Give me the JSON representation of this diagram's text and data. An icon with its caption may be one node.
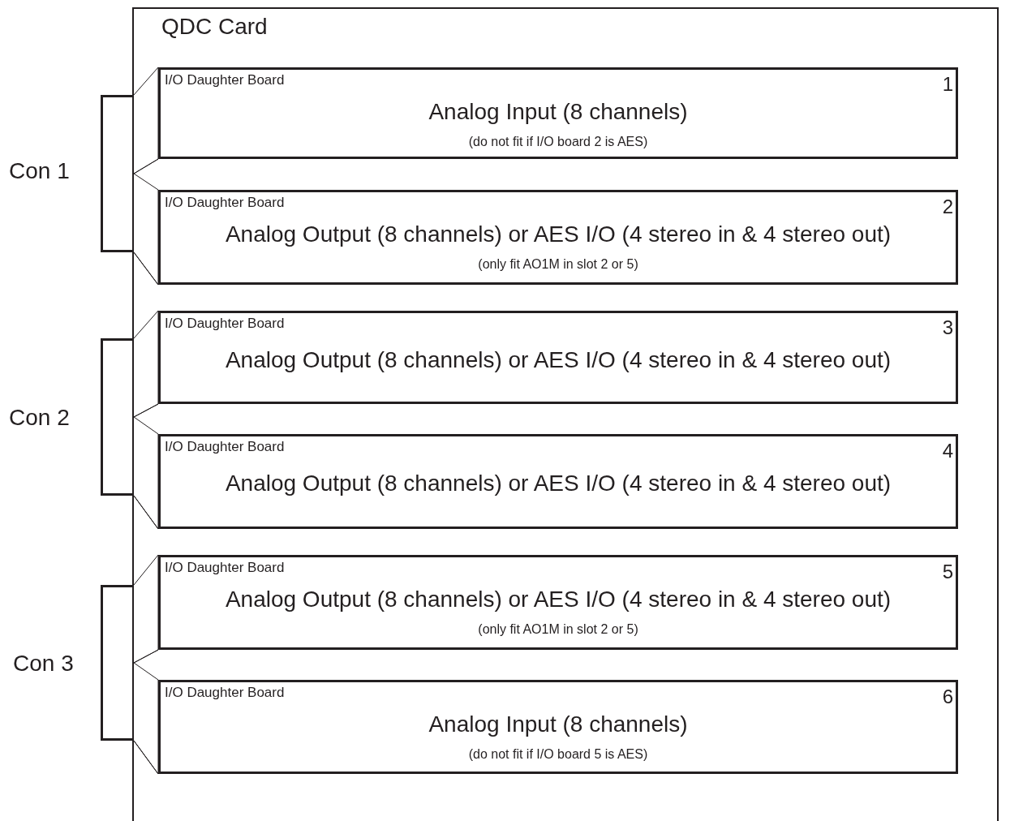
{
  "diagram": {
    "nodes": [
      {
        "text": [
          "QDC Card"
        ]
      },
      {
        "text": [
          "I/O Daughter Board",
          "1",
          "Analog Input (8 channels)",
          "(do not fit if I/O board 2 is AES)"
        ],
        "in": 0
      },
      {
        "text": [
          "I/O Daughter Board",
          "2",
          "Analog Output (8 channels) or AES I/O (4 stereo in & 4 stereo out)",
          "(only fit AO1M in slot 2 or 5)"
        ],
        "in": 0
      },
      {
        "text": [
          "I/O Daughter Board",
          "3",
          "Analog Output (8 channels) or AES I/O (4 stereo in & 4 stereo out)"
        ],
        "in": 0
      },
      {
        "text": [
          "I/O Daughter Board",
          "4",
          "Analog Output (8 channels) or AES I/O (4 stereo in & 4 stereo out)"
        ],
        "in": 0
      },
      {
        "text": [
          "I/O Daughter Board",
          "5",
          "Analog Output (8 channels) or AES I/O (4 stereo in & 4 stereo out)",
          "(only fit AO1M in slot 2 or 5)"
        ],
        "in": 0
      },
      {
        "text": [
          "I/O Daughter Board",
          "6",
          "Analog Input (8 channels)",
          "(do not fit if I/O board 5 is AES)"
        ],
        "in": 0
      },
      {
        "text": [
          "Con 1"
        ]
      },
      {
        "text": [
          "Con 2"
        ]
      },
      {
        "text": [
          "Con 3"
        ]
      }
    ],
    "edges": [
      {
        "from": 7,
        "to": 1,
        "arrow": "none"
      },
      {
        "from": 7,
        "to": 2,
        "arrow": "none"
      },
      {
        "from": 8,
        "to": 3,
        "arrow": "none"
      },
      {
        "from": 8,
        "to": 4,
        "arrow": "none"
      },
      {
        "from": 9,
        "to": 5,
        "arrow": "none"
      },
      {
        "from": 9,
        "to": 6,
        "arrow": "none"
      }
    ]
  }
}
